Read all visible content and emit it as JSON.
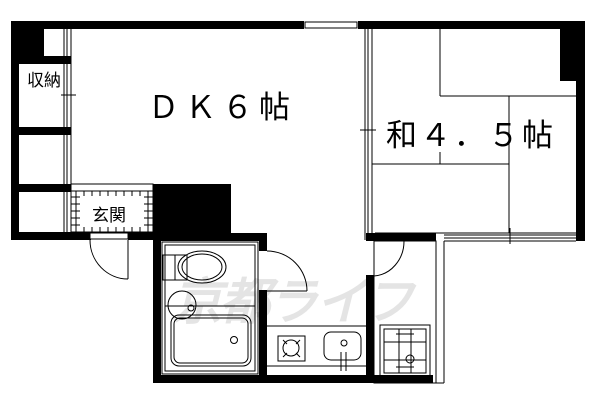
{
  "floor_plan": {
    "rooms": [
      {
        "id": "dk",
        "label": "ＤＫ６帖",
        "type": "Dining Kitchen",
        "size_jo": 6
      },
      {
        "id": "washitsu",
        "label": "和４．５帖",
        "type": "Japanese-style room",
        "size_jo": 4.5
      }
    ],
    "labels": {
      "storage": "収納",
      "entrance": "玄関"
    },
    "fixtures": [
      "toilet",
      "wash-basin",
      "bathtub",
      "gas-stove",
      "kitchen-sink",
      "washing-machine-pan"
    ],
    "watermark": "京都ライフ",
    "colors": {
      "wall": "#000000",
      "background": "#ffffff",
      "watermark": "#e4e4e4"
    }
  }
}
